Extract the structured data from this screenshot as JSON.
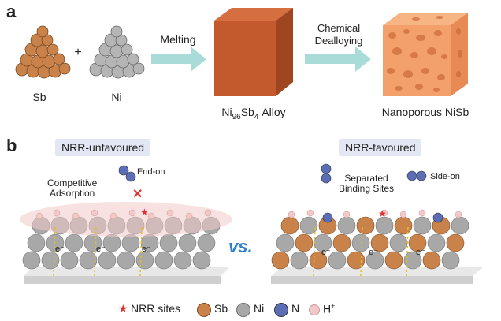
{
  "panel_a": {
    "letter": "a",
    "sb_label": "Sb",
    "plus": "+",
    "ni_label": "Ni",
    "step1": "Melting",
    "alloy_main": "Ni",
    "alloy_sub1": "96",
    "alloy_mid": "Sb",
    "alloy_sub2": "4",
    "alloy_tail": "Alloy",
    "step2_line1": "Chemical",
    "step2_line2": "Dealloying",
    "product": "Nanoporous NiSb"
  },
  "panel_b": {
    "letter": "b",
    "left_title": "NRR-unfavoured",
    "right_title": "NRR-favoured",
    "vs": "vs.",
    "left_annot1_line1": "Competitive",
    "left_annot1_line2": "Adsorption",
    "left_annot2": "End-on",
    "right_annot1_line1": "Separated",
    "right_annot1_line2": "Binding Sites",
    "right_annot2": "Side-on",
    "electron": "e⁻"
  },
  "legend": {
    "nrr_sites": "NRR sites",
    "sb": "Sb",
    "ni": "Ni",
    "n": "N",
    "h": "H",
    "h_sup": "+"
  },
  "colors": {
    "sb": "#c9824a",
    "ni": "#a8a8a8",
    "n": "#5a6db5",
    "h": "#f3c8c8",
    "arrow": "#a9dcd9",
    "cube": "#c35a2d",
    "porous": "#f3a06a",
    "star": "#e03030",
    "title_bg": "#e3e6f3",
    "vs": "#2f7fd0",
    "electron": "#e0c020"
  }
}
